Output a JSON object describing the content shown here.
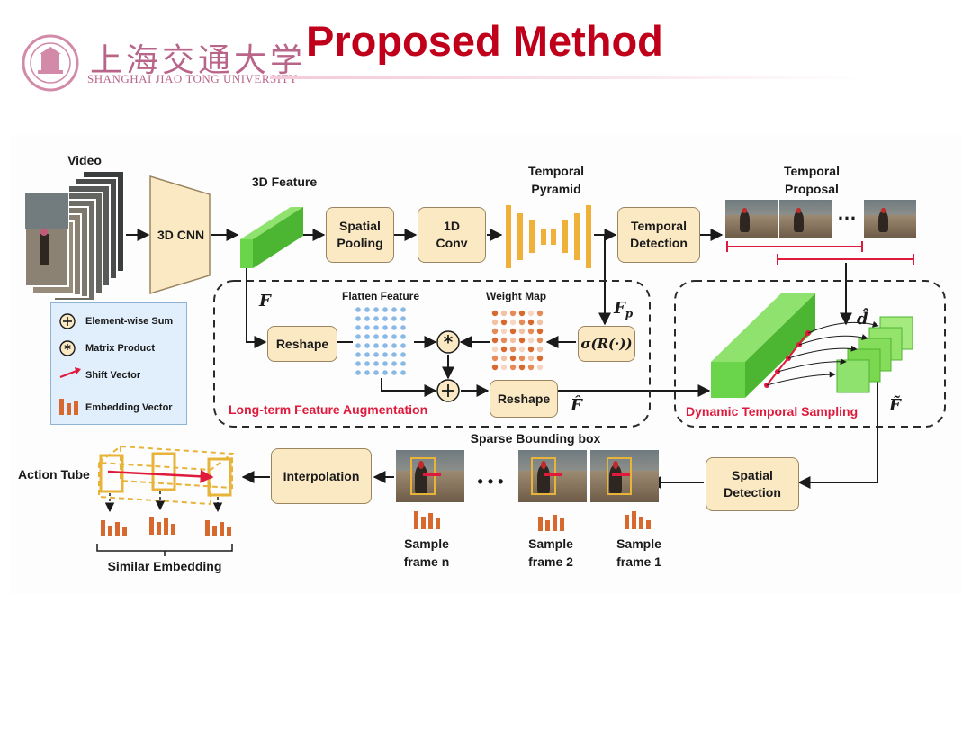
{
  "header": {
    "title": "Proposed Method",
    "university_cn": "上海交通大学",
    "university_en": "SHANGHAI JIAO TONG UNIVERSITY"
  },
  "diagram": {
    "labels": {
      "video": "Video",
      "feature_3d": "3D Feature",
      "temporal_pyramid": "Temporal\nPyramid",
      "temporal_proposal": "Temporal\nProposal",
      "flatten_feature": "Flatten Feature",
      "weight_map": "Weight Map",
      "sparse_bbox": "Sparse Bounding box",
      "action_tube": "Action Tube",
      "similar_embedding": "Similar Embedding",
      "sample_n": "Sample\nframe n",
      "sample_2": "Sample\nframe 2",
      "sample_1": "Sample\nframe 1",
      "ellipsis_top": "…",
      "ellipsis_bottom": "• • •"
    },
    "modules": {
      "cnn3d": "3D CNN",
      "spatial_pooling": "Spatial\nPooling",
      "conv1d": "1D\nConv",
      "temporal_detection": "Temporal\nDetection",
      "reshape1": "Reshape",
      "reshape2": "Reshape",
      "interpolation": "Interpolation",
      "spatial_detection": "Spatial\nDetection"
    },
    "math": {
      "F": "F",
      "Fp": "F",
      "Fp_sub": "p",
      "sigma": "σ(R(·))",
      "F_hat": "F̂",
      "F_tilde": "F̃",
      "d_hat": "d̂"
    },
    "regions": {
      "ltfa": "Long-term Feature Augmentation",
      "dts": "Dynamic Temporal Sampling"
    },
    "legend": {
      "sum": "Element-wise Sum",
      "product": "Matrix Product",
      "shift": "Shift Vector",
      "embedding": "Embedding Vector"
    },
    "colors": {
      "module_fill": "#fbe9c4",
      "feature_green": "#6ad44a",
      "pyramid_orange": "#f0b13a",
      "accent_red": "#e01a3c",
      "embedding_orange": "#d8692e",
      "flatten_blue": "#8ab9e8",
      "legend_bg": "#e1eefb"
    }
  }
}
